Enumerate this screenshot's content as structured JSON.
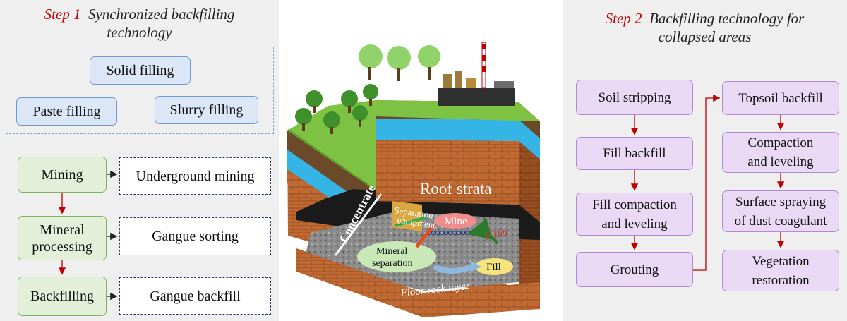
{
  "step1": {
    "step_label": "Step 1",
    "title_line1": "Synchronized backfilling",
    "title_line2": "technology",
    "methods": [
      "Solid filling",
      "Paste filling",
      "Slurry filling"
    ],
    "flow": [
      {
        "stage": "Mining",
        "detail": "Underground mining"
      },
      {
        "stage_line1": "Mineral",
        "stage_line2": "processing",
        "detail": "Gangue sorting"
      },
      {
        "stage": "Backfilling",
        "detail": "Gangue backfill"
      }
    ]
  },
  "center": {
    "roof": "Roof strata",
    "concentrate": "Concentrate",
    "sep_eq_line1": "Separation",
    "sep_eq_line2": "equipment",
    "mine": "Mine",
    "filler": "Filler",
    "min_sep_line1": "Mineral",
    "min_sep_line2": "separation",
    "fill": "Fill",
    "floor": "Floor rock layer"
  },
  "step2": {
    "step_label": "Step 2",
    "title_line1": "Backfilling technology for",
    "title_line2": "collapsed areas",
    "left_col": [
      {
        "line1": "Soil stripping"
      },
      {
        "line1": "Fill backfill"
      },
      {
        "line1": "Fill compaction",
        "line2": "and leveling"
      },
      {
        "line1": "Grouting"
      }
    ],
    "right_col": [
      {
        "line1": "Topsoil backfill"
      },
      {
        "line1": "Compaction",
        "line2": "and leveling"
      },
      {
        "line1": "Surface spraying",
        "line2": "of dust coagulant"
      },
      {
        "line1": "Vegetation",
        "line2": "restoration"
      }
    ]
  },
  "colors": {
    "accent_red": "#c00000",
    "arrow_red": "#c00000"
  }
}
